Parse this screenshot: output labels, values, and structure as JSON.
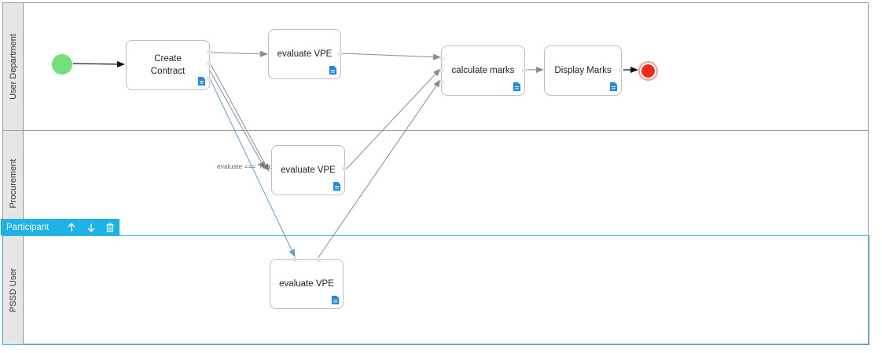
{
  "lanes": [
    {
      "label": "User Department"
    },
    {
      "label": "Procurement"
    },
    {
      "label": "PSSD User"
    }
  ],
  "toolbar": {
    "label": "Participant"
  },
  "tasks": {
    "create_contract": {
      "line1": "Create",
      "line2": "Contract"
    },
    "evaluate_vpe_user": {
      "label": "evaluate VPE"
    },
    "evaluate_vpe_procurement": {
      "label": "evaluate VPE"
    },
    "evaluate_vpe_pssd": {
      "label": "evaluate VPE"
    },
    "calculate_marks": {
      "label": "calculate marks"
    },
    "display_marks": {
      "label": "Display Marks"
    }
  },
  "edges": {
    "condition_label": "evaluate === \"Required\""
  },
  "colors": {
    "lane_header": "#e6e6e6",
    "selection": "#29b6e0",
    "toolbar": "#1eb2e8",
    "start_event": "#72e07a",
    "end_event": "#ee2a1a",
    "doc_icon": "#1e88e5"
  }
}
